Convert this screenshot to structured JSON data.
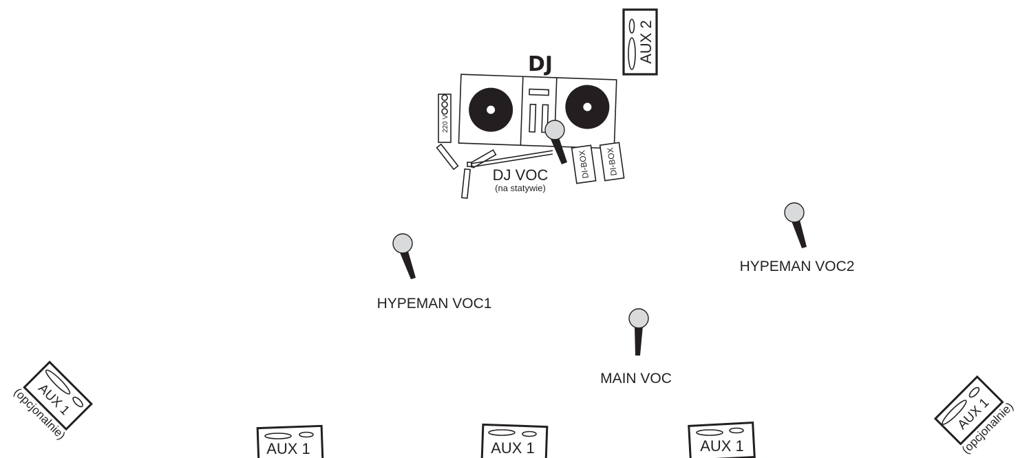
{
  "dj_booth": {
    "title": "DJ",
    "power_label": "220 V",
    "di_box_left": "DI-BOX",
    "di_box_right": "DI-BOX"
  },
  "monitors": {
    "aux2_label": "AUX 2",
    "aux1_label": "AUX 1",
    "aux1_optional_note": "(opcjonalnie)"
  },
  "microphones": {
    "dj_voc": "DJ VOC",
    "dj_voc_note": "(na statywie)",
    "hypeman_voc1": "HYPEMAN VOC1",
    "hypeman_voc2": "HYPEMAN VOC2",
    "main_voc": "MAIN VOC"
  }
}
